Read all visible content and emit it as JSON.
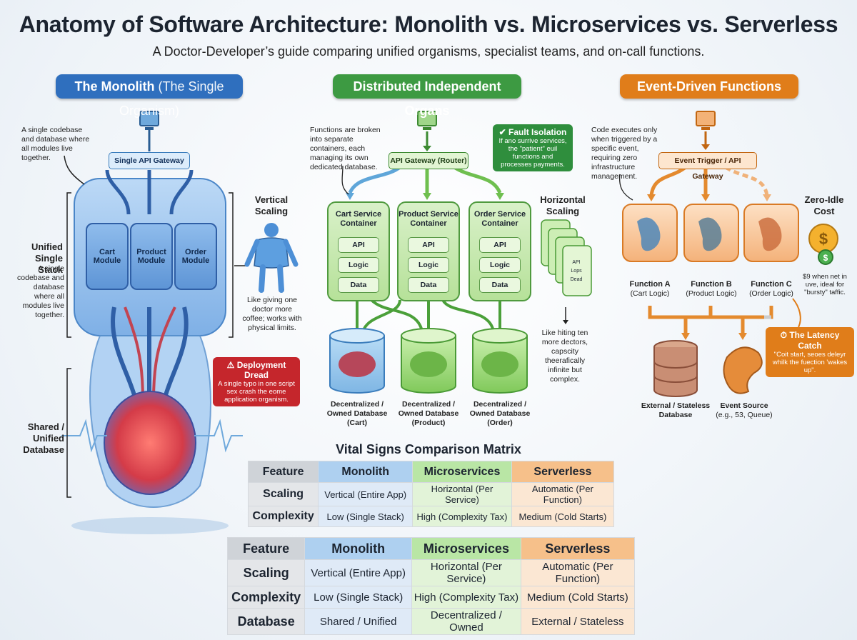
{
  "title": "Anatomy of Software Architecture: Monolith vs. Microservices vs. Serverless",
  "subtitle": "A Doctor-Developer’s guide comparing unified organisms, specialist teams, and on-call functions.",
  "colors": {
    "monolith": "#2f6fbe",
    "micro": "#3d9a42",
    "serverless": "#e07d1a",
    "alert": "#c5262c"
  },
  "monolith": {
    "header_main": "The Monolith",
    "header_sub": "(The Single Organism)",
    "note": "A single codebase and database where all modules live together.",
    "gateway": "Single API Gateway",
    "side_label": "Unified Single Stack",
    "side_note": "A single codebase and database where all modules live together.",
    "modules": [
      "Cart Module",
      "Product Module",
      "Order Module"
    ],
    "scaling_title": "Vertical Scaling",
    "scaling_note": "Like giving one doctor more coffee; works with physical limits.",
    "deploy_title": "Deployment Dread",
    "deploy_body": "A single typo in one script sex crash the eome application organism.",
    "db_label": "Shared / Unified Database"
  },
  "micro": {
    "header": "Distributed Independent Organs",
    "note": "Functions are broken into separate containers, each managing its own dedicated database.",
    "gateway": "API Gateway (Router)",
    "fault_title": "Fault Isolation",
    "fault_body": "If ano surrive services, the \"patient\" euil functions and processes payments.",
    "services": [
      {
        "title": "Cart Service Container",
        "rows": [
          "API",
          "Logic",
          "Data"
        ],
        "db": "Decentralized / Owned Database (Cart)"
      },
      {
        "title": "Product Service Container",
        "rows": [
          "API",
          "Logic",
          "Data"
        ],
        "db": "Decentralized / Owned Database (Product)"
      },
      {
        "title": "Order Service Container",
        "rows": [
          "API",
          "Logic",
          "Data"
        ],
        "db": "Decentralized / Owned Database (Order)"
      }
    ],
    "scaling_title": "Horizontal Scaling",
    "stack_rows": [
      "API",
      "Lops",
      "Dead"
    ],
    "scaling_note": "Like hiting ten more dectors, capscity theerafically infinite but complex."
  },
  "serverless": {
    "header": "Event-Driven Functions",
    "note": "Code executes only when triggered by a specific event, requiring zero infrastructure management.",
    "trigger": "Event Trigger / API Gateway",
    "functions": [
      {
        "name": "Function A",
        "sub": "(Cart Logic)"
      },
      {
        "name": "Function B",
        "sub": "(Product Logic)"
      },
      {
        "name": "Function C",
        "sub": "(Order Logic)"
      }
    ],
    "idle_title": "Zero-Idle Cost",
    "idle_note": "$9 when net in uve, ideal for \"bursty\" taffic.",
    "latency_title": "The Latency Catch",
    "latency_body": "\"Coit start, seoes deleyr whilk the fuection 'wakes up\".",
    "db_label": "External / Stateless Database",
    "source_label": "Event Source",
    "source_sub": "(e.g., 53, Queue)"
  },
  "matrix_title": "Vital Signs Comparison Matrix",
  "matrix_small": {
    "headers": [
      "Feature",
      "Monolith",
      "Microservices",
      "Serverless"
    ],
    "rows": [
      [
        "Scaling",
        "Vertical (Entire App)",
        "Horizontal (Per Service)",
        "Automatic (Per Function)"
      ],
      [
        "Complexity",
        "Low (Single Stack)",
        "High (Complexity Tax)",
        "Medium (Cold Starts)"
      ]
    ]
  },
  "matrix_large": {
    "headers": [
      "Feature",
      "Monolith",
      "Microservices",
      "Serverless"
    ],
    "rows": [
      [
        "Scaling",
        "Vertical (Entire App)",
        "Horizontal (Per Service)",
        "Automatic (Per Function)"
      ],
      [
        "Complexity",
        "Low (Single Stack)",
        "High (Complexity Tax)",
        "Medium (Cold Starts)"
      ],
      [
        "Database",
        "Shared / Unified",
        "Decentralized / Owned",
        "External / Stateless"
      ]
    ]
  }
}
